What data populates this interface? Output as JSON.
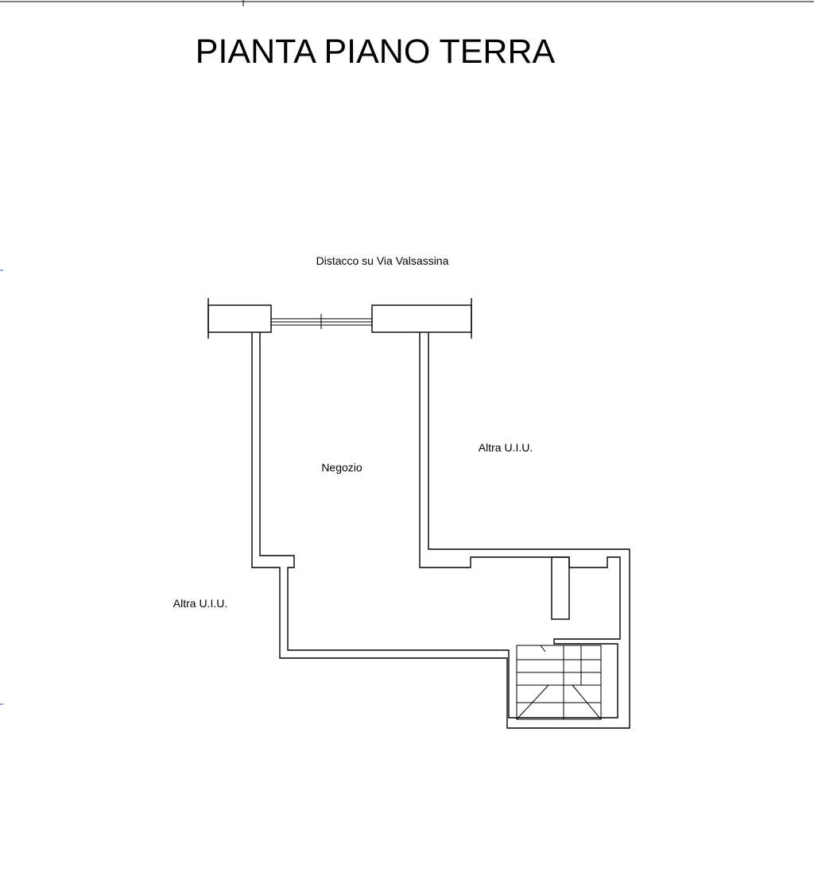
{
  "plan": {
    "title": "PIANTA PIANO TERRA",
    "street_label": "Distacco su Via Valsassina",
    "rooms": {
      "shop": "Negozio",
      "other_unit_right": "Altra U.I.U.",
      "other_unit_left": "Altra U.I.U."
    }
  },
  "colors": {
    "line": "#000000",
    "background": "#ffffff",
    "margin_tick": "#3344cc"
  }
}
